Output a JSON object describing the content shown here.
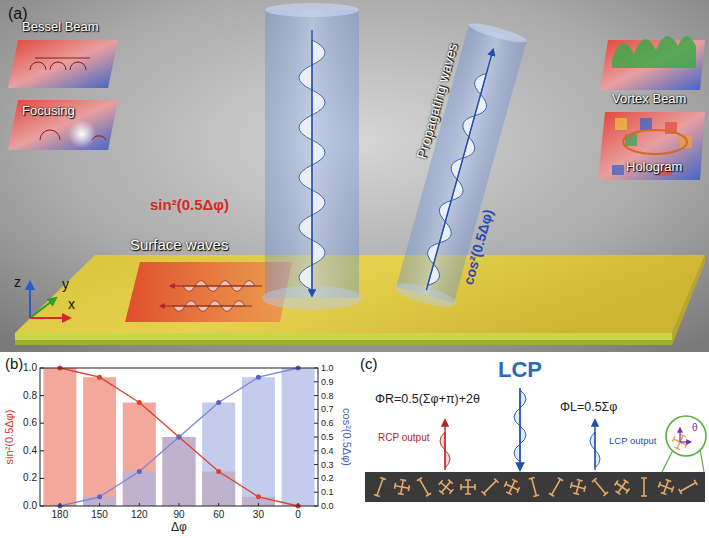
{
  "diagram": {
    "labels": [
      "(a)",
      "Bessel Beam",
      "Focusing",
      "sin²(0.5Δφ)",
      "Surface waves",
      "Propagating waves",
      "cos²(0.5Δφ)",
      "Vortex Beam",
      "Hologram",
      "z",
      "y",
      "x",
      "(b)",
      "sin²(0.5Δφ)",
      "cos²(0.5Δφ)",
      "1.0",
      "0.8",
      "0.6",
      "0.4",
      "0.2",
      "0.0",
      "1.0",
      "0.9",
      "0.8",
      "0.7",
      "0.6",
      "0.5",
      "0.4",
      "0.3",
      "0.2",
      "0.1",
      "0.0",
      "180",
      "150",
      "120",
      "90",
      "60",
      "30",
      "0",
      "Δφ",
      "(c)",
      "LCP",
      "ΦR=0.5(Σφ+π)+2θ",
      "ΦL=0.5Σφ",
      "RCP output",
      "LCP output",
      "θ"
    ]
  }
}
